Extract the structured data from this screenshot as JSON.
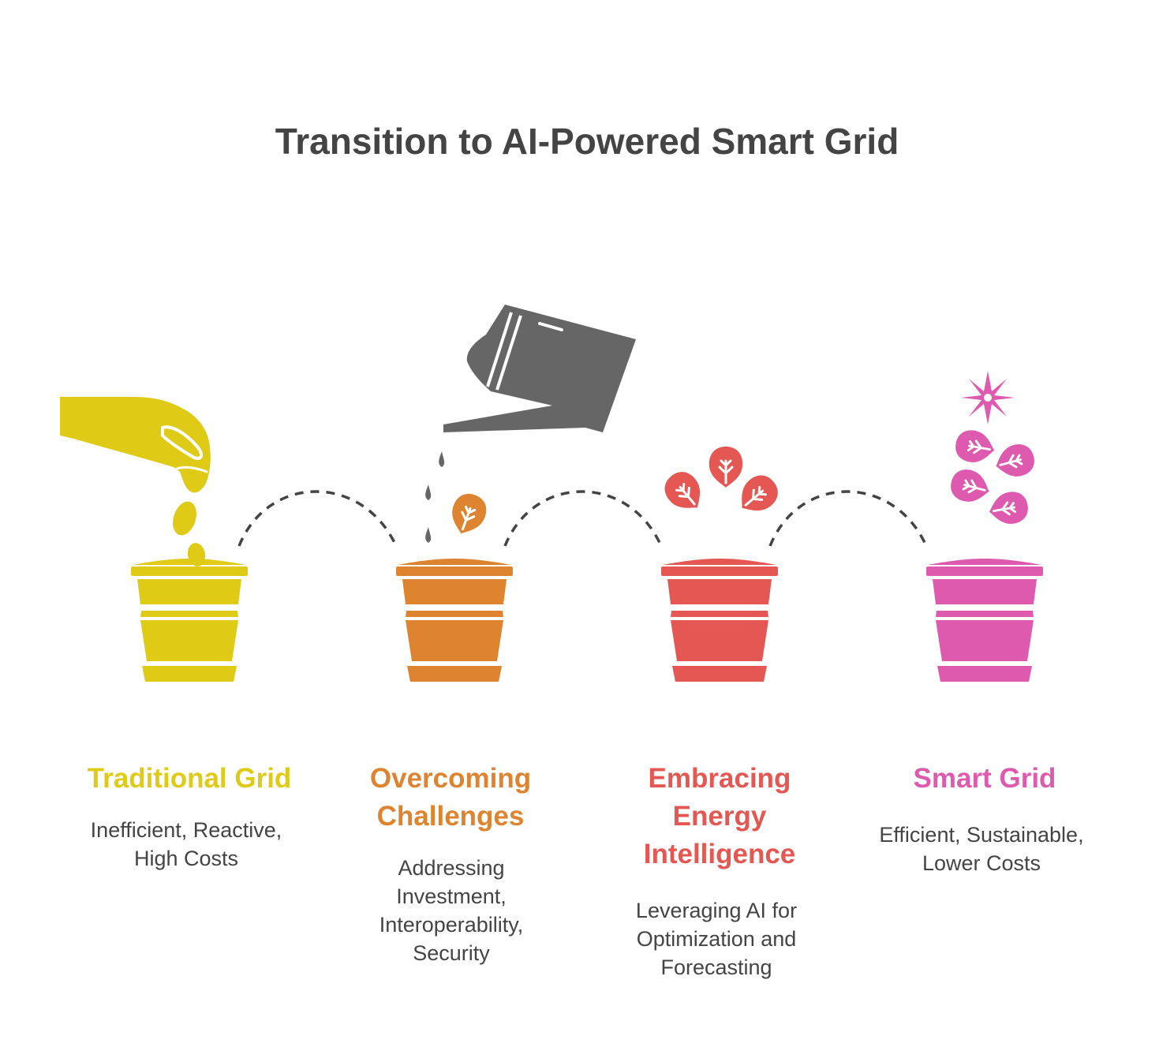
{
  "title": "Transition to AI-Powered Smart Grid",
  "colors": {
    "text": "#444444",
    "connector": "#444444",
    "watering_can": "#666666",
    "stage_1": "#DFCB16",
    "stage_2": "#DE8430",
    "stage_3": "#E45753",
    "stage_4": "#DE5AAE"
  },
  "stages": [
    {
      "title": "Traditional Grid",
      "description": "Inefficient, Reactive, High Costs",
      "color": "#DFCB16",
      "icon": "hand-dropping-seeds-icon"
    },
    {
      "title": "Overcoming Challenges",
      "description": "Addressing Investment, Interoperability, Security",
      "color": "#DE8430",
      "icon": "watering-can-icon"
    },
    {
      "title": "Embracing Energy Intelligence",
      "description": "Leveraging AI for Optimization and Forecasting",
      "color": "#E45753",
      "icon": "sprouting-leaves-icon"
    },
    {
      "title": "Smart Grid",
      "description": "Efficient, Sustainable, Lower Costs",
      "color": "#DE5AAE",
      "icon": "flowering-plant-icon"
    }
  ]
}
